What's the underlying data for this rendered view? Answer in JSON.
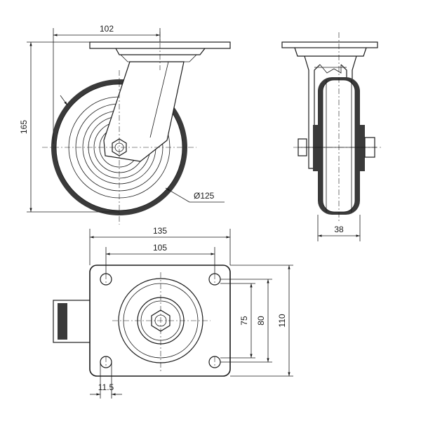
{
  "dimensions": {
    "swivel_width": "102",
    "total_height": "165",
    "wheel_diameter": "Ø125",
    "wheel_width": "38",
    "plate_length": "135",
    "bolt_spacing_long": "105",
    "bolt_spacing_short_inner": "75",
    "bolt_spacing_short_outer": "80",
    "plate_width": "110",
    "bolt_hole": "11.5"
  }
}
